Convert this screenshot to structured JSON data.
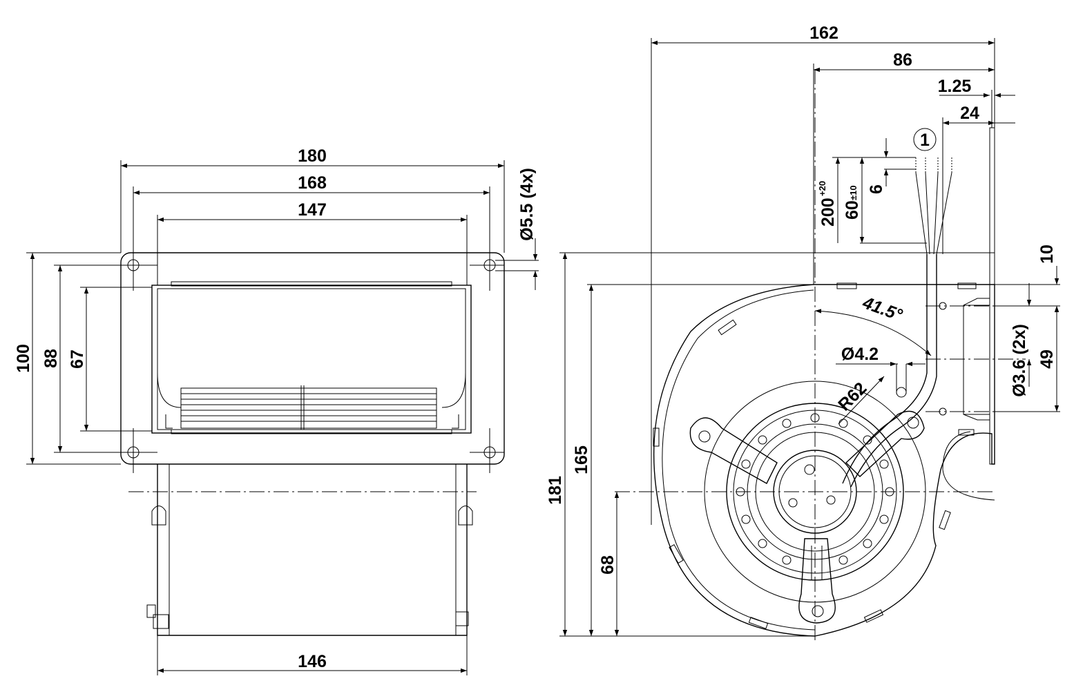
{
  "colors": {
    "line": "#000000",
    "background": "#ffffff"
  },
  "front_view": {
    "dims": {
      "w180": "180",
      "w168": "168",
      "w147": "147",
      "w146": "146",
      "h100": "100",
      "h88": "88",
      "h67": "67",
      "hole": "Ø5.5 (4x)"
    }
  },
  "side_view": {
    "dims": {
      "w162": "162",
      "w86": "86",
      "w125": "1.25",
      "w24": "24",
      "cable200": "200",
      "cable200_tol": "+20",
      "cable60": "60",
      "cable60_tol": "±10",
      "strip6": "6",
      "h10": "10",
      "h49": "49",
      "hole36": "Ø3.6 (2x)",
      "hole42": "Ø4.2",
      "radius": "R62",
      "angle": "41.5°",
      "h181": "181",
      "h165": "165",
      "h68": "68"
    },
    "callout": "1"
  }
}
